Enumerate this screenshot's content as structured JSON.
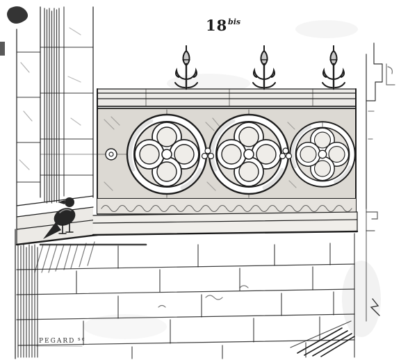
{
  "plate": {
    "number": "18",
    "number_suffix": "bis"
  },
  "signature": {
    "name": "PEGARD",
    "suffix": "sc"
  },
  "colors": {
    "ink": "#1c1c1c",
    "paper": "#ffffff",
    "shade_light": "#dcd9d3",
    "shade_mid": "#e4e1dc"
  }
}
